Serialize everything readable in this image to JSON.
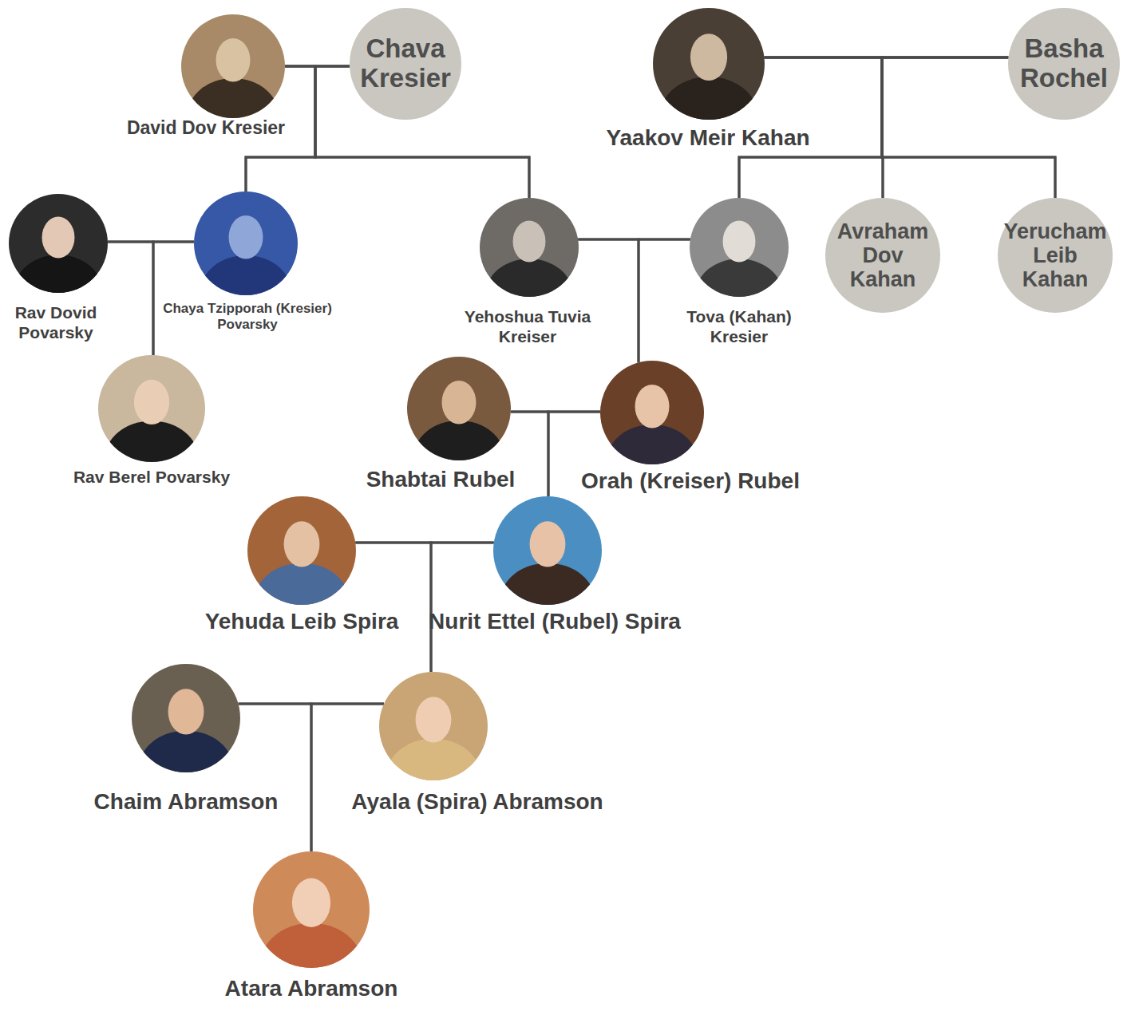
{
  "diagram": {
    "nodes": [
      {
        "text": [
          "David Dov Kresier"
        ]
      },
      {
        "text": [
          "Chava Kresier"
        ]
      },
      {
        "text": [
          "Yaakov Meir Kahan"
        ]
      },
      {
        "text": [
          "Basha Rochel"
        ]
      },
      {
        "text": [
          "Rav Dovid Povarsky"
        ]
      },
      {
        "text": [
          "Chaya Tzipporah (Kresier) Povarsky"
        ]
      },
      {
        "text": [
          "Yehoshua Tuvia Kreiser"
        ]
      },
      {
        "text": [
          "Tova (Kahan) Kresier"
        ]
      },
      {
        "text": [
          "Avraham Dov Kahan"
        ]
      },
      {
        "text": [
          "Yerucham Leib Kahan"
        ]
      },
      {
        "text": [
          "Rav Berel Povarsky"
        ]
      },
      {
        "text": [
          "Shabtai Rubel"
        ]
      },
      {
        "text": [
          "Orah (Kreiser) Rubel"
        ]
      },
      {
        "text": [
          "Yehuda Leib Spira"
        ]
      },
      {
        "text": [
          "Nurit Ettel (Rubel) Spira"
        ]
      },
      {
        "text": [
          "Chaim Abramson"
        ]
      },
      {
        "text": [
          "Ayala (Spira) Abramson"
        ]
      },
      {
        "text": [
          "Atara Abramson"
        ]
      }
    ],
    "edges": [
      {
        "from": 0,
        "to": 1,
        "arrow": "none"
      },
      {
        "from": 0,
        "to": 5,
        "arrow": "none"
      },
      {
        "from": 1,
        "to": 5,
        "arrow": "none"
      },
      {
        "from": 0,
        "to": 6,
        "arrow": "none"
      },
      {
        "from": 1,
        "to": 6,
        "arrow": "none"
      },
      {
        "from": 2,
        "to": 3,
        "arrow": "none"
      },
      {
        "from": 2,
        "to": 7,
        "arrow": "none"
      },
      {
        "from": 3,
        "to": 7,
        "arrow": "none"
      },
      {
        "from": 2,
        "to": 8,
        "arrow": "none"
      },
      {
        "from": 3,
        "to": 8,
        "arrow": "none"
      },
      {
        "from": 2,
        "to": 9,
        "arrow": "none"
      },
      {
        "from": 3,
        "to": 9,
        "arrow": "none"
      },
      {
        "from": 4,
        "to": 5,
        "arrow": "none"
      },
      {
        "from": 4,
        "to": 10,
        "arrow": "none"
      },
      {
        "from": 5,
        "to": 10,
        "arrow": "none"
      },
      {
        "from": 6,
        "to": 7,
        "arrow": "none"
      },
      {
        "from": 6,
        "to": 12,
        "arrow": "none"
      },
      {
        "from": 7,
        "to": 12,
        "arrow": "none"
      },
      {
        "from": 11,
        "to": 12,
        "arrow": "none"
      },
      {
        "from": 11,
        "to": 14,
        "arrow": "none"
      },
      {
        "from": 12,
        "to": 14,
        "arrow": "none"
      },
      {
        "from": 13,
        "to": 14,
        "arrow": "none"
      },
      {
        "from": 13,
        "to": 16,
        "arrow": "none"
      },
      {
        "from": 14,
        "to": 16,
        "arrow": "none"
      },
      {
        "from": 15,
        "to": 16,
        "arrow": "none"
      },
      {
        "from": 15,
        "to": 17,
        "arrow": "none"
      },
      {
        "from": 16,
        "to": 17,
        "arrow": "none"
      }
    ]
  }
}
